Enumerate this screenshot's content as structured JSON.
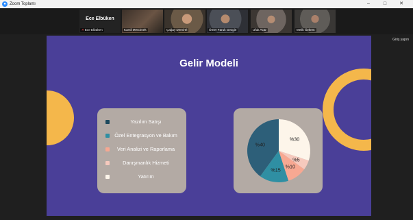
{
  "window": {
    "title": "Zoom Toplantı",
    "app_icon": "zoom-logo-icon",
    "controls": {
      "minimize": "–",
      "maximize": "□",
      "close": "✕"
    }
  },
  "participants": {
    "self": {
      "name": "Ece Elbüken",
      "label": "Ece Elbüken",
      "muted": true
    },
    "tiles": [
      {
        "name": "Kamil Mercimek",
        "cam_color": "#5d4a3c"
      },
      {
        "name": "Çağay Demirel",
        "cam_color": "#6b5a47"
      },
      {
        "name": "Ömer Faruk Gezgin",
        "cam_color": "#4b4f57"
      },
      {
        "name": "Ufuk Acar",
        "cam_color": "#6e6560"
      },
      {
        "name": "Melik Özkent",
        "cam_color": "#5f5c58"
      }
    ]
  },
  "signin_label": "Giriş yapın",
  "slide": {
    "title": "Gelir Modeli",
    "legend": [
      {
        "label": "Yazılım Satışı",
        "color": "#1e4a5e"
      },
      {
        "label": "Özel Entegrasyon ve Bakım",
        "color": "#2f8fa3"
      },
      {
        "label": "Veri Analizi ve Raporlama",
        "color": "#f7a892"
      },
      {
        "label": "Danışmanlık Hizmeti",
        "color": "#f6c9bd"
      },
      {
        "label": "Yatırım",
        "color": "#fdf5ea"
      }
    ]
  },
  "chart_data": {
    "type": "pie",
    "labels": [
      "%40",
      "%15",
      "%10",
      "%5",
      "%30"
    ],
    "values": [
      40,
      15,
      10,
      5,
      30
    ],
    "colors": [
      "#2d5f79",
      "#2f8fa3",
      "#f7a892",
      "#f6c9bd",
      "#fdf5ea"
    ]
  }
}
